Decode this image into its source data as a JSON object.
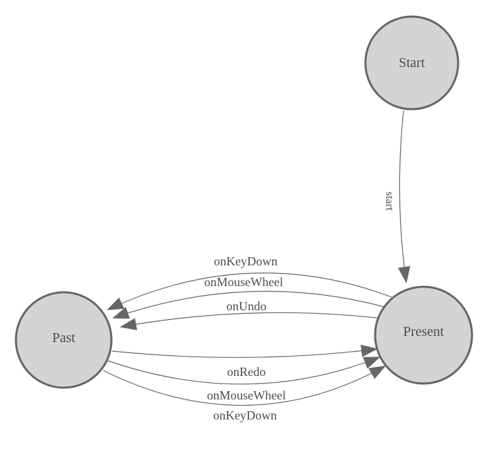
{
  "colors": {
    "background": "#ffffff",
    "node_fill": "#d4d4d4",
    "node_border": "#666666",
    "edge": "#666666",
    "text": "#4d4d4d"
  },
  "diagram": {
    "type": "state-machine",
    "nodes": [
      {
        "id": "start",
        "label": "Start"
      },
      {
        "id": "present",
        "label": "Present"
      },
      {
        "id": "past",
        "label": "Past"
      }
    ],
    "edges": [
      {
        "from": "Start",
        "to": "Present",
        "label": "start"
      },
      {
        "from": "Present",
        "to": "Past",
        "label": "onKeyDown"
      },
      {
        "from": "Present",
        "to": "Past",
        "label": "onMouseWheel"
      },
      {
        "from": "Present",
        "to": "Past",
        "label": "onUndo"
      },
      {
        "from": "Past",
        "to": "Present",
        "label": "onRedo"
      },
      {
        "from": "Past",
        "to": "Present",
        "label": "onMouseWheel"
      },
      {
        "from": "Past",
        "to": "Present",
        "label": "onKeyDown"
      }
    ]
  }
}
